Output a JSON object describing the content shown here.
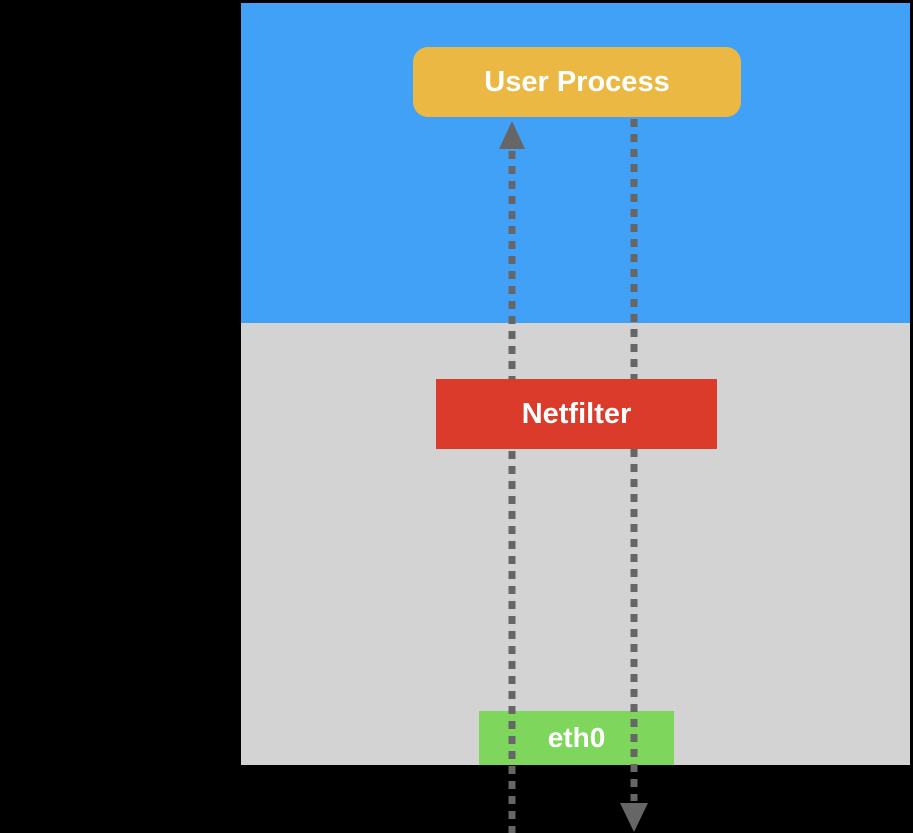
{
  "diagram": {
    "background_color": "#000000",
    "regions": {
      "user_space": {
        "color": "#41A1F6"
      },
      "kernel_space": {
        "color": "#D3D3D3"
      }
    },
    "nodes": {
      "user_process": {
        "label": "User Process",
        "color": "#EBB844",
        "text_color": "#FFFFFF"
      },
      "netfilter": {
        "label": "Netfilter",
        "color": "#DA3B2A",
        "text_color": "#FFFFFF"
      },
      "eth0": {
        "label": "eth0",
        "color": "#7ED65C",
        "text_color": "#FFFFFF"
      }
    },
    "arrows": {
      "color": "#666666",
      "inbound": {
        "direction": "up",
        "style": "dotted"
      },
      "outbound": {
        "direction": "down",
        "style": "dotted"
      }
    }
  }
}
